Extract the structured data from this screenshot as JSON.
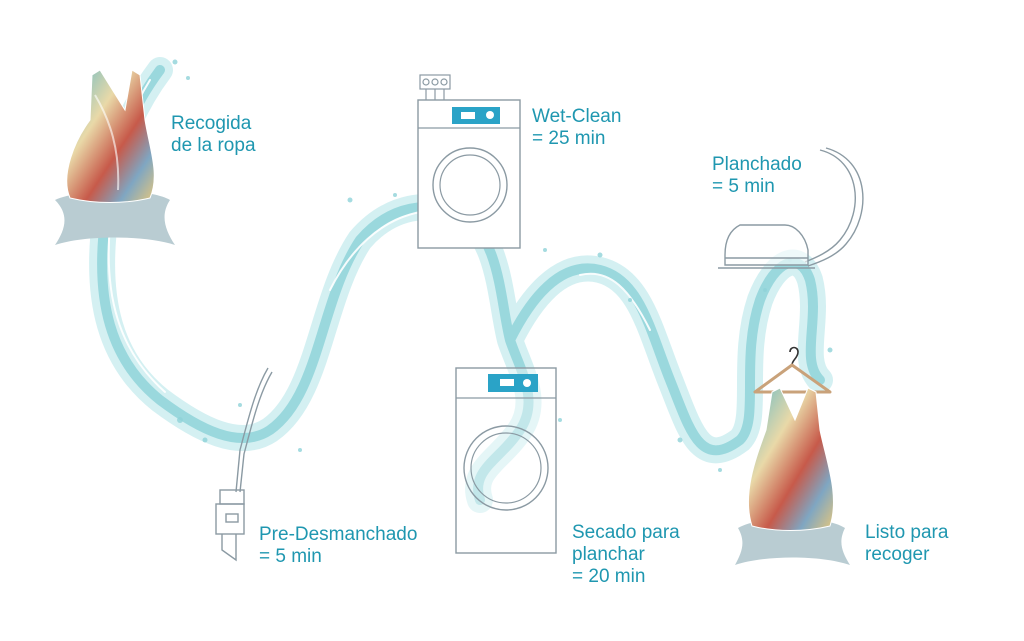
{
  "colors": {
    "label": "#1f97b0",
    "water": "#8fd3d9",
    "water_light": "#c9ecef",
    "outline": "#8b9aa3",
    "panel": "#2aa3c7",
    "skirt": "#b9ccd2"
  },
  "steps": [
    {
      "id": "recogida",
      "lines": [
        "Recogida",
        "de la ropa"
      ],
      "icon": "dress-icon"
    },
    {
      "id": "pre-desmanchado",
      "lines": [
        "Pre-Desmanchado",
        "= 5 min"
      ],
      "icon": "spotting-gun-icon"
    },
    {
      "id": "wet-clean",
      "lines": [
        "Wet-Clean",
        "= 25 min"
      ],
      "icon": "washing-machine-icon"
    },
    {
      "id": "secado",
      "lines": [
        "Secado para",
        "planchar",
        "= 20 min"
      ],
      "icon": "dryer-icon"
    },
    {
      "id": "planchado",
      "lines": [
        "Planchado",
        "= 5 min"
      ],
      "icon": "iron-icon"
    },
    {
      "id": "listo",
      "lines": [
        "Listo para",
        "recoger"
      ],
      "icon": "dress-on-hanger-icon"
    }
  ]
}
